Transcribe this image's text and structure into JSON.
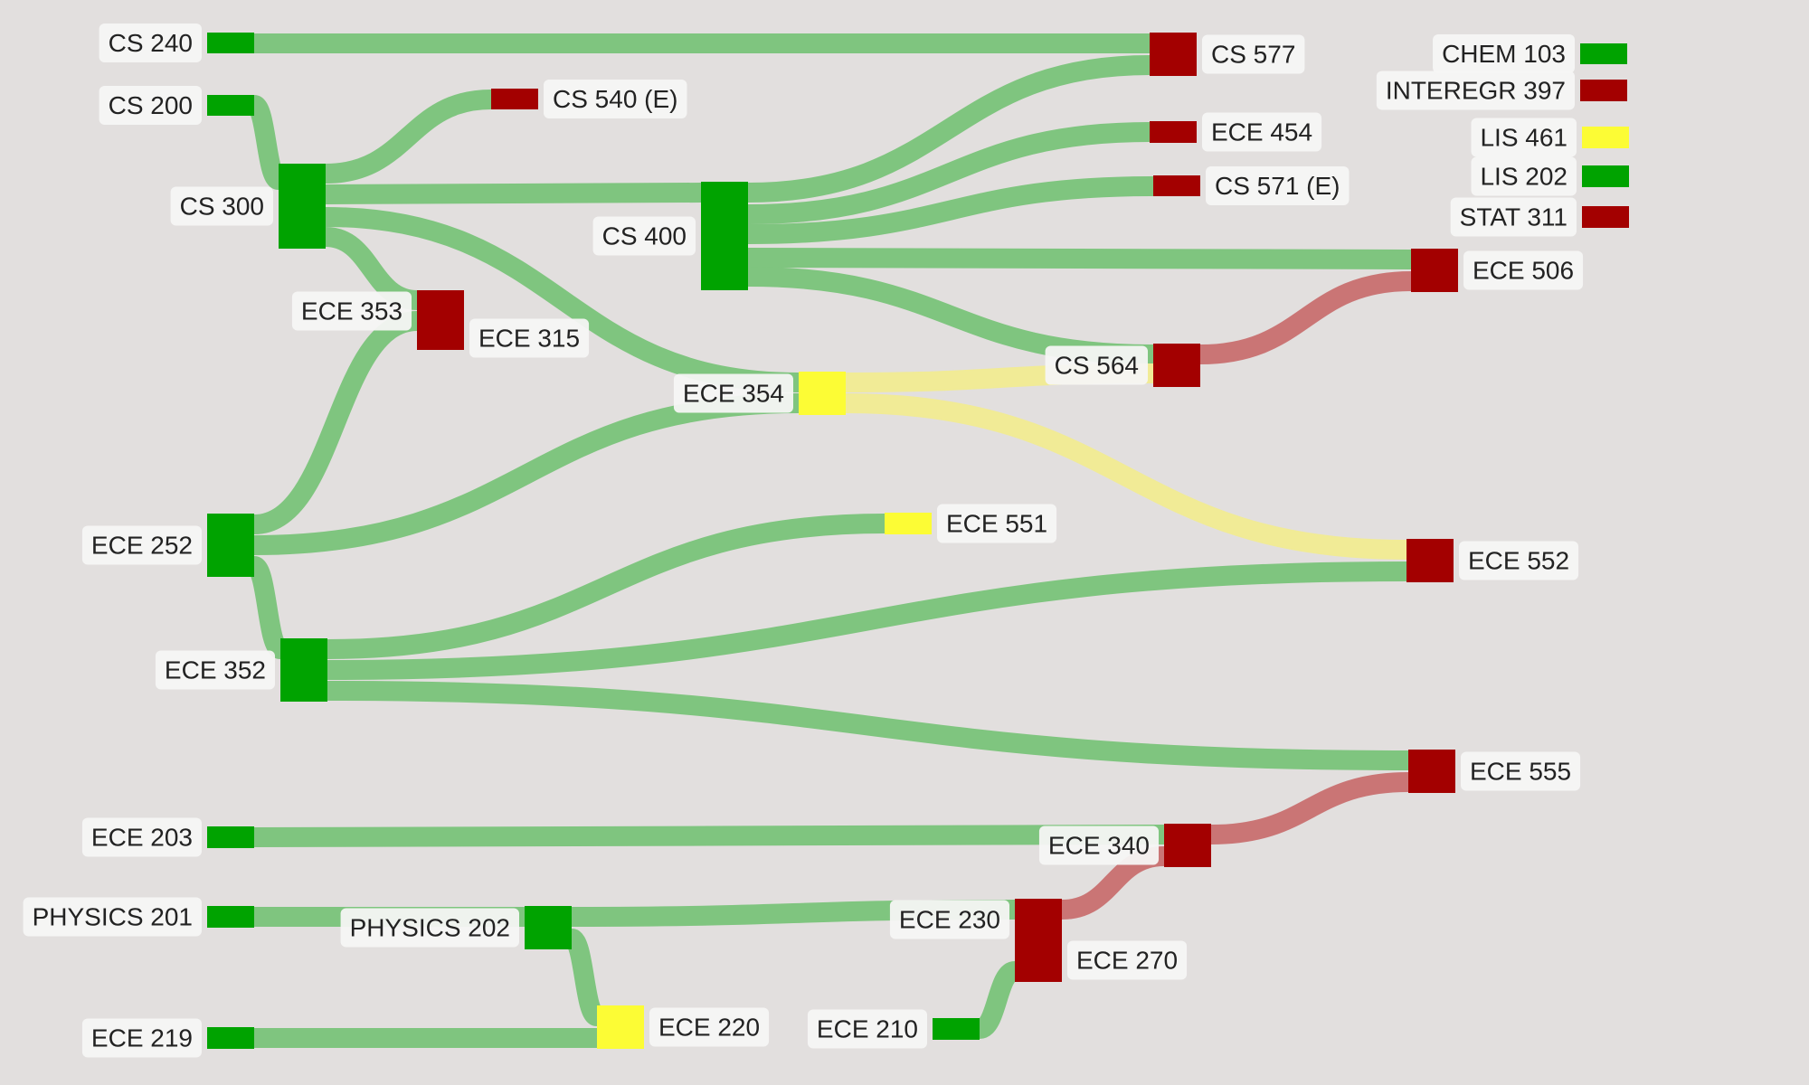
{
  "colors": {
    "background": "#e2dfde",
    "node_green": "#00a300",
    "node_red": "#a30000",
    "node_yellow": "#fcfc35",
    "link_green": "#7fc57f",
    "link_yellow": "#f1eb96",
    "link_red": "#ca7575"
  },
  "nodes": [
    {
      "id": "cs240",
      "label": "CS 240",
      "status": "green"
    },
    {
      "id": "cs200",
      "label": "CS 200",
      "status": "green"
    },
    {
      "id": "cs300",
      "label": "CS 300",
      "status": "green"
    },
    {
      "id": "cs540",
      "label": "CS 540 (E)",
      "status": "red"
    },
    {
      "id": "cs400",
      "label": "CS 400",
      "status": "green"
    },
    {
      "id": "cs577",
      "label": "CS 577",
      "status": "red"
    },
    {
      "id": "ece454",
      "label": "ECE 454",
      "status": "red"
    },
    {
      "id": "cs571",
      "label": "CS 571 (E)",
      "status": "red"
    },
    {
      "id": "ece506",
      "label": "ECE 506",
      "status": "red"
    },
    {
      "id": "cs564",
      "label": "CS 564",
      "status": "red"
    },
    {
      "id": "ece353",
      "label": "ECE 353",
      "status": "red"
    },
    {
      "id": "ece315",
      "label": "ECE 315",
      "status": "red"
    },
    {
      "id": "ece354",
      "label": "ECE 354",
      "status": "yellow"
    },
    {
      "id": "ece252",
      "label": "ECE 252",
      "status": "green"
    },
    {
      "id": "ece551",
      "label": "ECE 551",
      "status": "yellow"
    },
    {
      "id": "ece552",
      "label": "ECE 552",
      "status": "red"
    },
    {
      "id": "ece352",
      "label": "ECE 352",
      "status": "green"
    },
    {
      "id": "ece555",
      "label": "ECE 555",
      "status": "red"
    },
    {
      "id": "ece203",
      "label": "ECE 203",
      "status": "green"
    },
    {
      "id": "ece340",
      "label": "ECE 340",
      "status": "red"
    },
    {
      "id": "physics201",
      "label": "PHYSICS 201",
      "status": "green"
    },
    {
      "id": "physics202",
      "label": "PHYSICS 202",
      "status": "green"
    },
    {
      "id": "ece230",
      "label": "ECE 230",
      "status": "red"
    },
    {
      "id": "ece270",
      "label": "ECE 270",
      "status": "red"
    },
    {
      "id": "ece219",
      "label": "ECE 219",
      "status": "green"
    },
    {
      "id": "ece220",
      "label": "ECE 220",
      "status": "yellow"
    },
    {
      "id": "ece210",
      "label": "ECE 210",
      "status": "green"
    },
    {
      "id": "chem103",
      "label": "CHEM 103",
      "status": "green"
    },
    {
      "id": "interegr397",
      "label": "INTEREGR 397",
      "status": "red"
    },
    {
      "id": "lis461",
      "label": "LIS 461",
      "status": "yellow"
    },
    {
      "id": "lis202",
      "label": "LIS 202",
      "status": "green"
    },
    {
      "id": "stat311",
      "label": "STAT 311",
      "status": "red"
    }
  ],
  "links": [
    {
      "source": "cs240",
      "target": "cs577"
    },
    {
      "source": "cs200",
      "target": "cs300"
    },
    {
      "source": "cs300",
      "target": "cs540"
    },
    {
      "source": "cs300",
      "target": "cs400"
    },
    {
      "source": "cs300",
      "target": "ece354"
    },
    {
      "source": "cs300",
      "target": "ece353"
    },
    {
      "source": "cs400",
      "target": "cs577"
    },
    {
      "source": "cs400",
      "target": "ece454"
    },
    {
      "source": "cs400",
      "target": "cs571"
    },
    {
      "source": "cs400",
      "target": "ece506"
    },
    {
      "source": "cs400",
      "target": "cs564"
    },
    {
      "source": "cs564",
      "target": "ece506"
    },
    {
      "source": "ece354",
      "target": "cs564"
    },
    {
      "source": "ece354",
      "target": "ece552"
    },
    {
      "source": "ece252",
      "target": "ece353"
    },
    {
      "source": "ece252",
      "target": "ece354"
    },
    {
      "source": "ece252",
      "target": "ece352"
    },
    {
      "source": "ece352",
      "target": "ece551"
    },
    {
      "source": "ece352",
      "target": "ece552"
    },
    {
      "source": "ece352",
      "target": "ece555"
    },
    {
      "source": "ece203",
      "target": "ece340"
    },
    {
      "source": "ece340",
      "target": "ece555"
    },
    {
      "source": "physics201",
      "target": "physics202"
    },
    {
      "source": "physics202",
      "target": "ece230"
    },
    {
      "source": "physics202",
      "target": "ece220"
    },
    {
      "source": "ece219",
      "target": "ece220"
    },
    {
      "source": "ece210",
      "target": "ece230"
    },
    {
      "source": "ece230",
      "target": "ece340"
    }
  ]
}
